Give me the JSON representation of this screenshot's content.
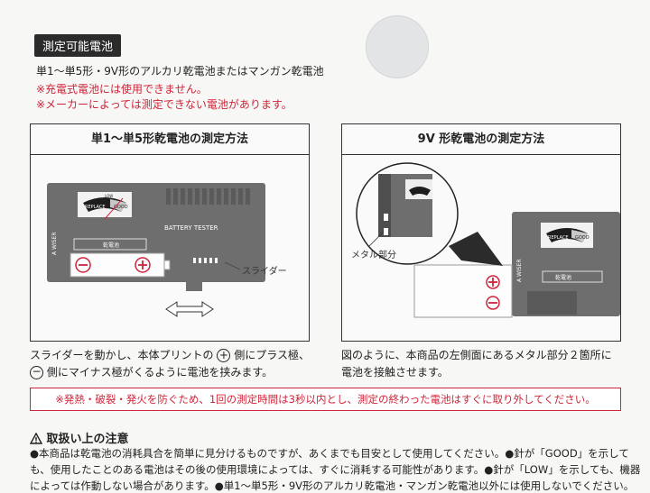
{
  "header": {
    "badge": "測定可能電池",
    "line1": "単1～単5形・9V形のアルカリ乾電池またはマンガン乾電池",
    "note1": "※充電式電池には使用できません。",
    "note2": "※メーカーによっては測定できない電池があります。"
  },
  "panel_left": {
    "title": "単1～単5形乾電池の測定方法",
    "device_label": "BATTERY TESTER",
    "gauge_left": "REPLACE",
    "gauge_right": "GOOD",
    "gauge_top": "LOW",
    "side_text": "A WISER",
    "slider_label": "スライダー",
    "compartment_label": "乾電池",
    "cap1": "スライダーを動かし、本体プリントの",
    "cap1b": "側にプラス極、",
    "cap2": "側にマイナス極がくるように電池を挟みます。"
  },
  "panel_right": {
    "title": "9V 形乾電池の測定方法",
    "metal_label": "メタル部分",
    "gauge_left": "REPLACE",
    "gauge_right": "GOOD",
    "compartment_label": "乾電池",
    "side_text": "A WISER",
    "cap1": "図のように、本商品の左側面にあるメタル部分２箇所に",
    "cap2": "電池を接触させます。"
  },
  "warning": "※発熱・破裂・発火を防ぐため、1回の測定時間は3秒以内とし、測定の終わった電池はすぐに取り外してください。",
  "notes": {
    "title": "取扱い上の注意",
    "line1": "●本商品は乾電池の消耗具合を簡単に見分けるものですが、あくまでも目安として使用してください。●針が「GOOD」を示して",
    "line2": "も、使用したことのある電池はその後の使用環境によっては、すぐに消耗する可能性があります。●針が「LOW」を示しても、機器",
    "line3": "によっては作動しない場合があります。●単1～単5形・9V形のアルカリ乾電池・マンガン乾電池以外には使用しないでください。"
  },
  "colors": {
    "accent_red": "#d0243a",
    "device_gray": "#6e6e6e",
    "badge_bg": "#2b2b2b"
  }
}
